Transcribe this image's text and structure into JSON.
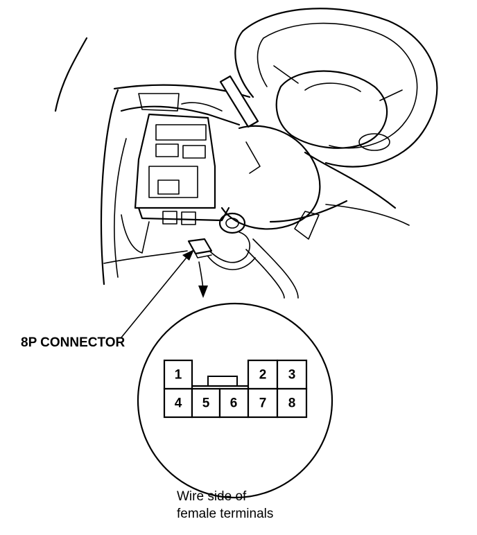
{
  "connector_label": "8P CONNECTOR",
  "caption": {
    "line1": "Wire side of",
    "line2": "female terminals"
  },
  "pins": {
    "p1": "1",
    "p2": "2",
    "p3": "3",
    "p4": "4",
    "p5": "5",
    "p6": "6",
    "p7": "7",
    "p8": "8"
  }
}
